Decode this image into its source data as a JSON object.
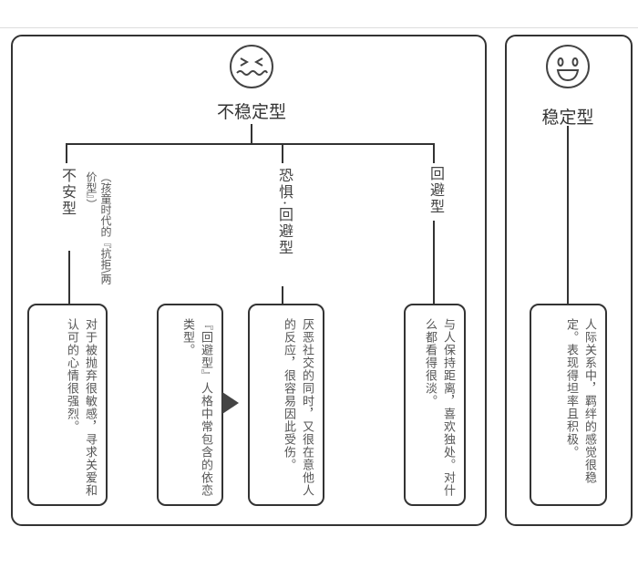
{
  "unstable": {
    "title": "不稳定型",
    "icon": "anxious-face-icon",
    "branches": [
      {
        "label": "不安型",
        "note": "（孩童时代的『抗拒\\两价型』）",
        "desc": "对于被抛弃很敏感，寻求关爱和认可的心情很强烈。"
      },
      {
        "label": "恐惧·回避型",
        "desc": "厌恶社交的同时，又很在意他人的反应，很容易因此受伤。"
      },
      {
        "label": "回避型",
        "desc": "与人保持距离，喜欢独处。对什么都看得很淡。"
      }
    ],
    "side_note": "『回避型』人格中常包含的依恋类型。"
  },
  "stable": {
    "title": "稳定型",
    "icon": "smiling-face-icon",
    "desc": "人际关系中，羁绊的感觉很稳定。表现得坦率且积极。"
  }
}
